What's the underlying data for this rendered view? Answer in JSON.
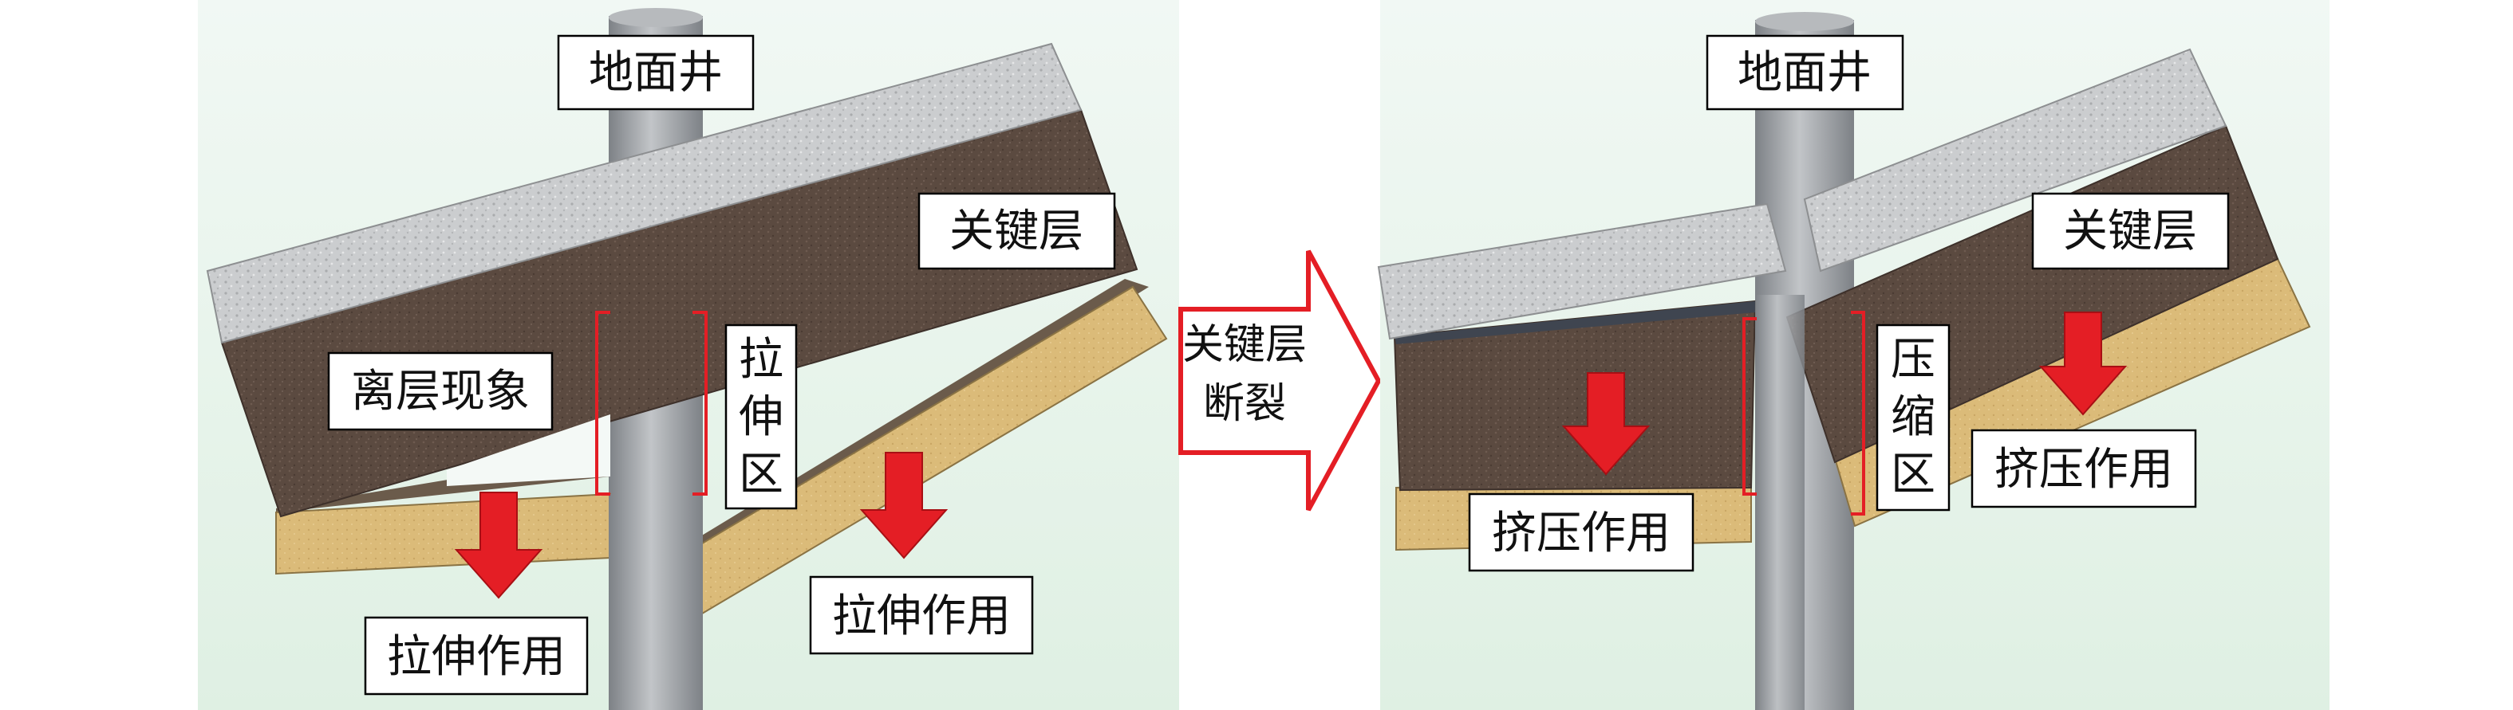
{
  "left_panel": {
    "well_label": "地面井",
    "key_stratum_label": "关键层",
    "separation_label": "离层现象",
    "tension_zone_chars": [
      "拉",
      "伸",
      "区"
    ],
    "tension_action_left": "拉伸作用",
    "tension_action_right": "拉伸作用"
  },
  "transition": {
    "line1": "关键层",
    "line2": "断裂"
  },
  "right_panel": {
    "well_label": "地面井",
    "key_stratum_label": "关键层",
    "compression_zone_chars": [
      "压",
      "缩",
      "区"
    ],
    "squeeze_action_left": "挤压作用",
    "squeeze_action_right": "挤压作用"
  },
  "colors": {
    "panel_bg_top": "#eef6f2",
    "panel_bg_bottom": "#e2f1e6",
    "top_layer": "#cdcfd0",
    "key_layer": "#5c4a40",
    "lower_layer": "#d9b977",
    "well": "#9ea2a6",
    "arrow_red": "#e41e25",
    "bracket_red": "#e41e25"
  }
}
